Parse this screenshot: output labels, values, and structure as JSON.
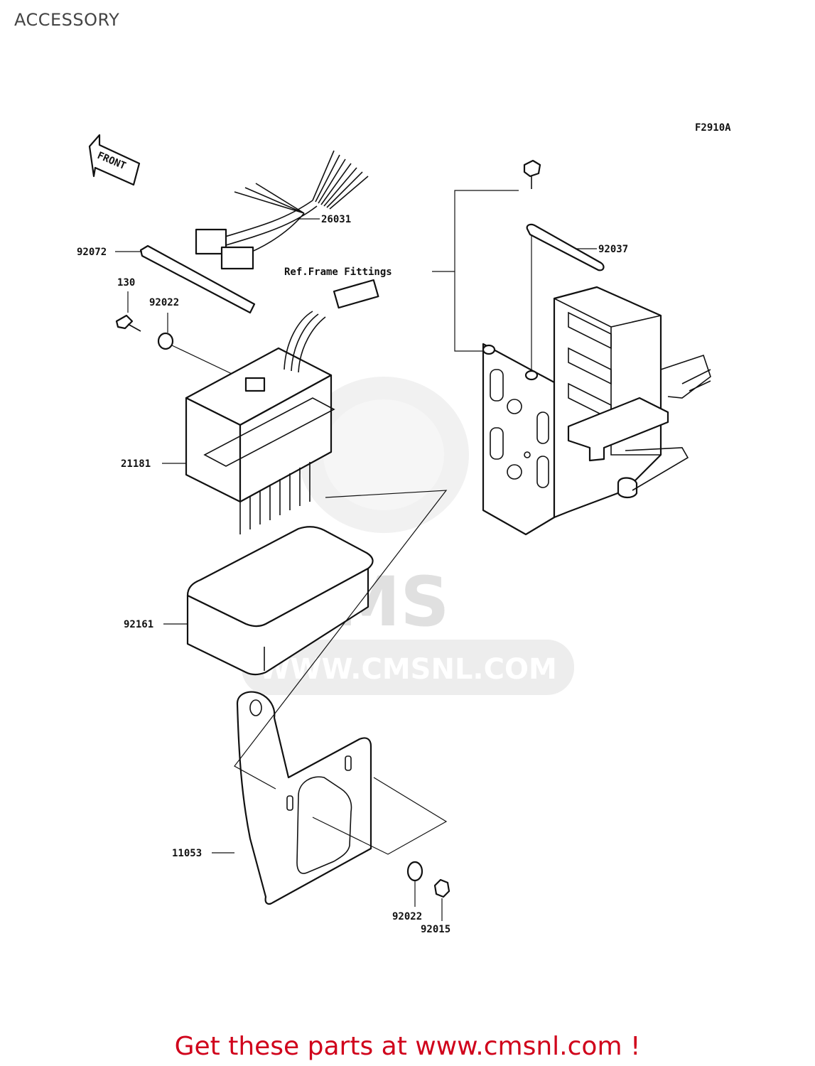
{
  "page": {
    "title": "ACCESSORY"
  },
  "diagram": {
    "figure_code": "F2910A",
    "front_marker": "FRONT",
    "reference_note": "Ref.Frame Fittings",
    "callouts": [
      {
        "id": "26031",
        "label": "26031"
      },
      {
        "id": "92072",
        "label": "92072"
      },
      {
        "id": "92037",
        "label": "92037"
      },
      {
        "id": "130",
        "label": "130"
      },
      {
        "id": "92022-top",
        "label": "92022"
      },
      {
        "id": "21181",
        "label": "21181"
      },
      {
        "id": "92161",
        "label": "92161"
      },
      {
        "id": "11053",
        "label": "11053"
      },
      {
        "id": "92022-bottom",
        "label": "92022"
      },
      {
        "id": "92015",
        "label": "92015"
      }
    ],
    "watermark": {
      "brand": "CMS",
      "url": "WWW.CMSNL.COM"
    }
  },
  "footer": {
    "prefix": "Get these parts at ",
    "link": "www.cmsnl.com",
    "suffix": " !",
    "color": "#d0021b"
  }
}
